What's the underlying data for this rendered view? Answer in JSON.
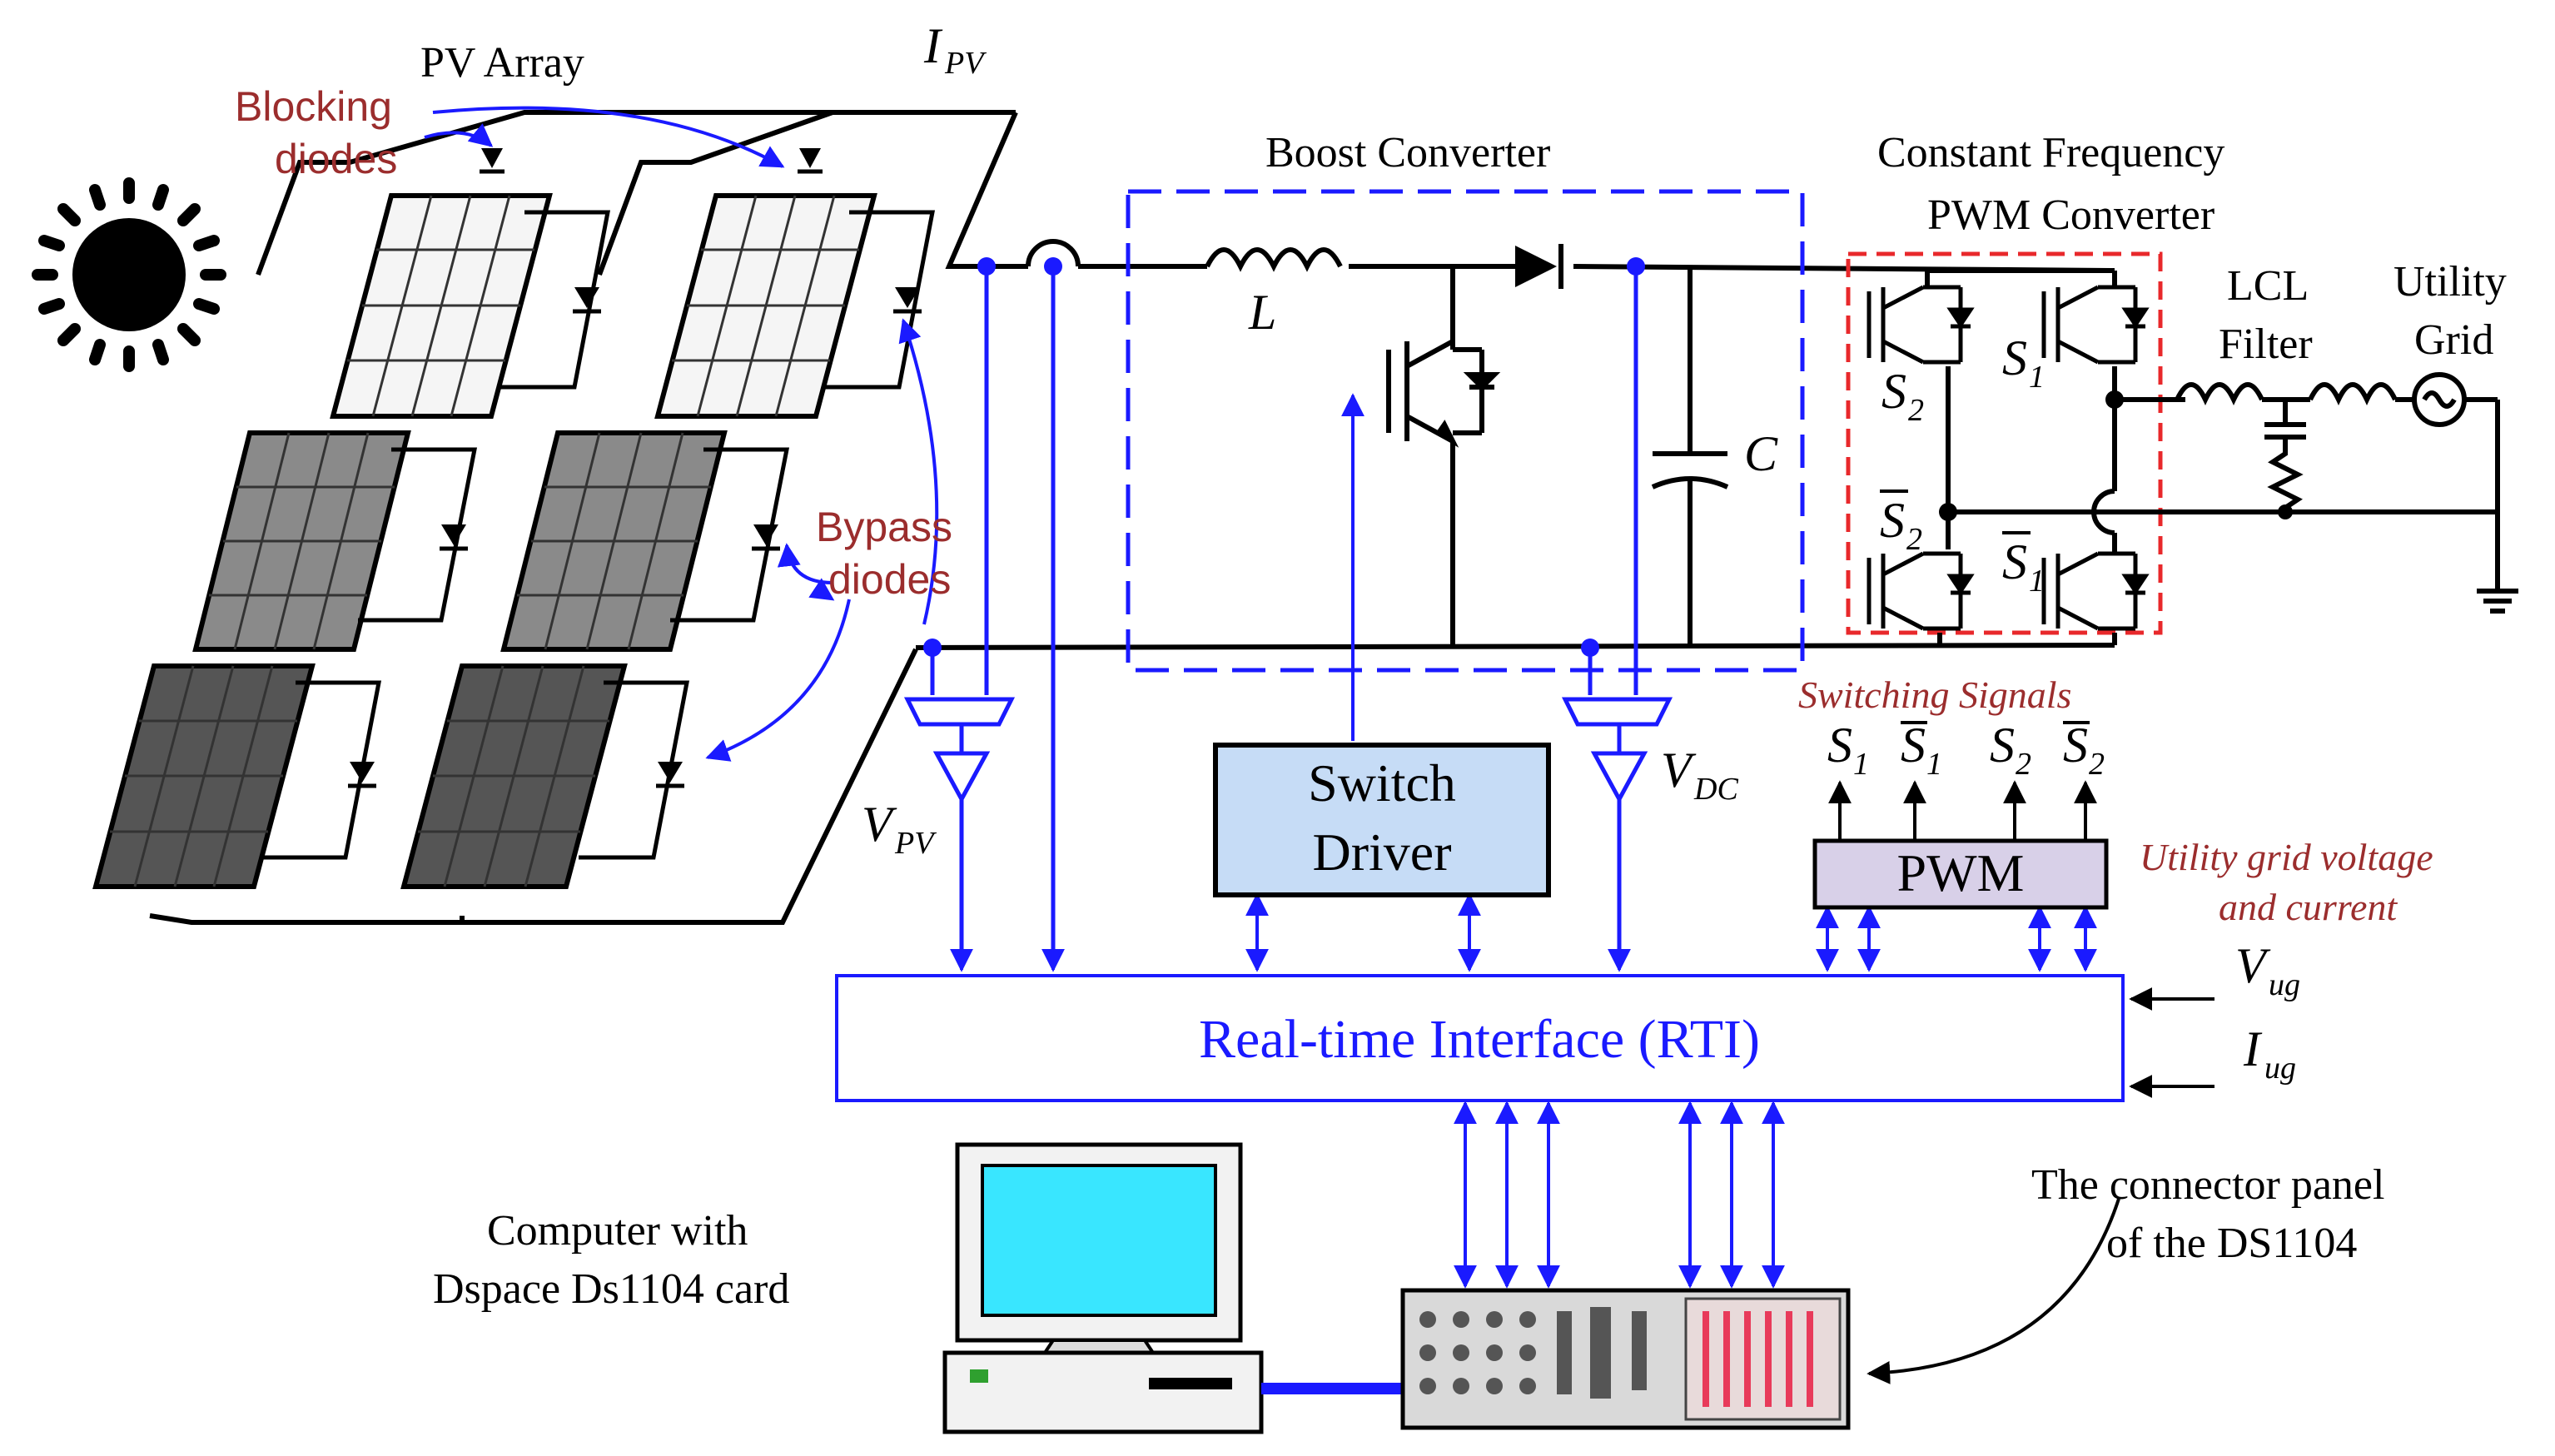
{
  "labels": {
    "pv_array": "PV Array",
    "blocking_diodes_1": "Blocking",
    "blocking_diodes_2": "diodes",
    "bypass_diodes_1": "Bypass",
    "bypass_diodes_2": "diodes",
    "i_pv": "I",
    "i_pv_sub": "PV",
    "boost_converter": "Boost Converter",
    "inductor": "L",
    "capacitor": "C",
    "const_freq_1": "Constant Frequency",
    "const_freq_2": "PWM Converter",
    "lcl_1": "LCL",
    "lcl_2": "Filter",
    "utility_1": "Utility",
    "utility_2": "Grid",
    "s1": "S",
    "s1_sub": "1",
    "s2": "S",
    "s2_sub": "2",
    "switching_signals": "Switching Signals",
    "v_pv": "V",
    "v_pv_sub": "PV",
    "v_dc": "V",
    "v_dc_sub": "DC",
    "switch_driver_1": "Switch",
    "switch_driver_2": "Driver",
    "pwm": "PWM",
    "ug_va_1": "Utility grid voltage",
    "ug_va_2": "and current",
    "v_ug": "V",
    "v_ug_sub": "ug",
    "i_ug": "I",
    "i_ug_sub": "ug",
    "rti": "Real-time Interface (RTI)",
    "computer_1": "Computer with",
    "computer_2": "Dspace Ds1104 card",
    "connector_1": "The connector panel",
    "connector_2": "of the DS1104"
  },
  "colors": {
    "blue": "#1a1aff",
    "red_label": "#9b2d2d",
    "boost_box": "#1a1aff",
    "pwm_box": "#e8282b",
    "switch_driver_fill": "#c6dcf6",
    "pwm_fill": "#d8d0e8",
    "monitor_screen": "#39e6ff"
  }
}
